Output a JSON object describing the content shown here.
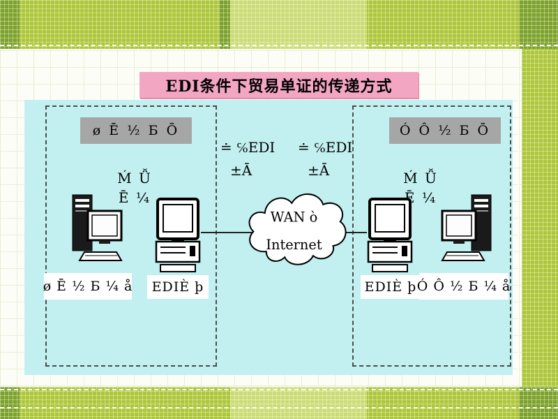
{
  "title": "EDI条件下贸易单证的传递方式",
  "sender": {
    "header": "ø Ē ½ Ƃ Ō",
    "doc_line1": "Ḿ Ǚ",
    "doc_line2": "Ē ¼",
    "label_company": "ø Ē ½ Ƃ ¼ å",
    "label_edi": "EDIÈ þ"
  },
  "receiver": {
    "header": "Ó Ô ½ Ƃ Ō",
    "doc_line1": "Ḿ Ǚ",
    "doc_line2": "Ē ¼",
    "label_edi": "EDIÈ þ",
    "label_company": "Ó Ô ½ Ƃ ¼ å"
  },
  "network": {
    "left_transfer_top": "≐ ℅EDI",
    "left_transfer_bottom": "±Ā",
    "right_transfer_top": "≐ ℅EDI",
    "right_transfer_bottom": "±Ā",
    "cloud_line1": "WAN ò",
    "cloud_line2": "Internet"
  },
  "colors": {
    "band_green": "#adc63a",
    "band_green_dark": "#7da22c",
    "band_green_light": "#cbdc74",
    "diagram_cyan": "#c2f0f1",
    "title_pink": "#f3a6c1",
    "header_gray": "#a6a6a6"
  }
}
